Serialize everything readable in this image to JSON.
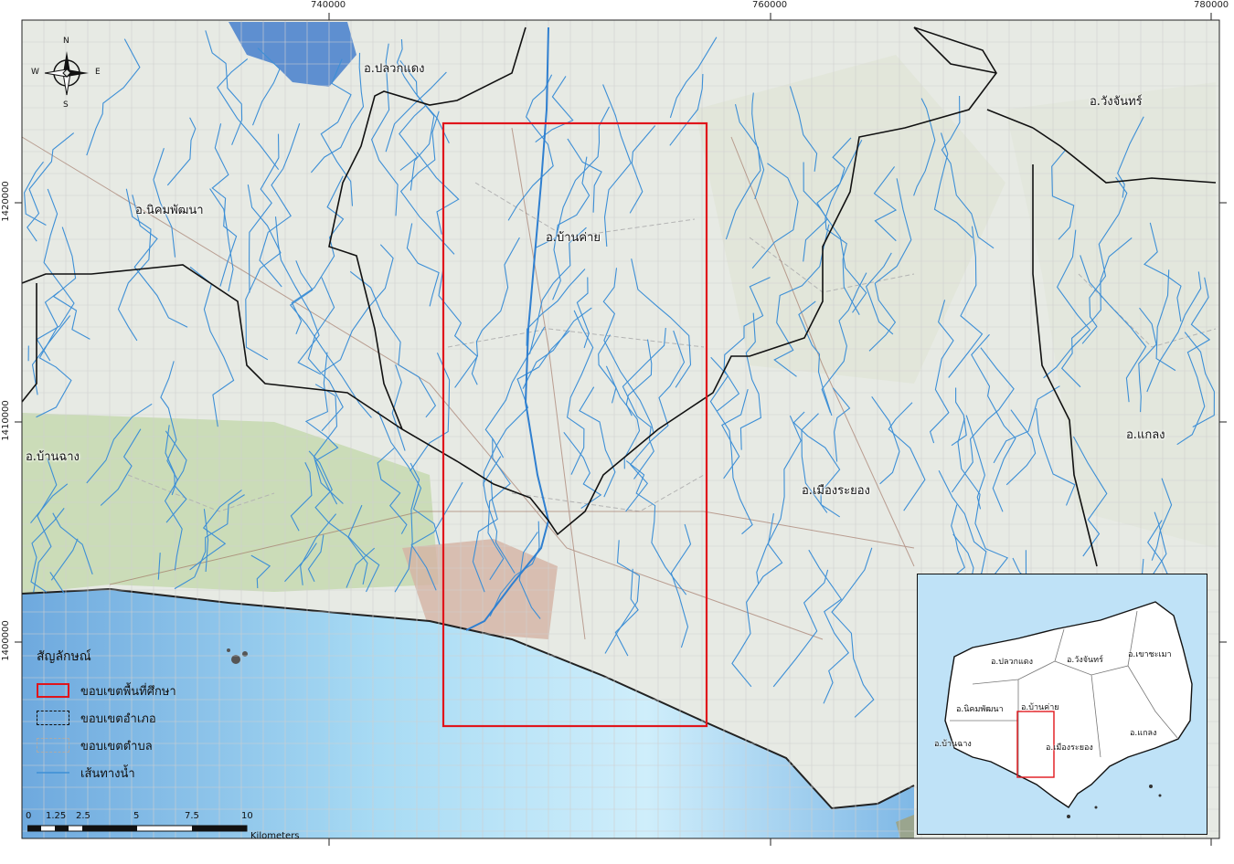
{
  "map": {
    "colors": {
      "land": "#e8ebe6",
      "land_tint": "#dfe6d8",
      "urban_green": "#c9dcb4",
      "urban_pink": "#d8b7a8",
      "sea": "#9fd4f2",
      "sea_deep": "#7fb8e6",
      "river": "#3d8fd6",
      "study_area": "#e0151b",
      "district_boundary": "#111111",
      "subdistrict_boundary": "#b9b9b9",
      "grid": "#c9c9c9"
    },
    "coords": {
      "x_top": [
        "740000",
        "760000",
        "780000"
      ],
      "y_left": [
        "1420000",
        "1410000",
        "1400000"
      ]
    },
    "districts": [
      {
        "id": "pluak-daeng",
        "label": "อ.ปลวกแดง"
      },
      {
        "id": "wang-chan",
        "label": "อ.วังจันทร์"
      },
      {
        "id": "nikhom-phatthana",
        "label": "อ.นิคมพัฒนา"
      },
      {
        "id": "ban-khai",
        "label": "อ.บ้านค่าย"
      },
      {
        "id": "ban-chang",
        "label": "อ.บ้านฉาง"
      },
      {
        "id": "klaeng",
        "label": "อ.แกลง"
      },
      {
        "id": "mueang-rayong",
        "label": "อ.เมืองระยอง"
      }
    ],
    "north_arrow": {
      "icon": "compass-rose-icon",
      "n": "N",
      "s": "S",
      "e": "E",
      "w": "W"
    },
    "legend": {
      "title": "สัญลักษณ์",
      "items": [
        {
          "label": "ขอบเขตพื้นที่ศึกษา",
          "icon": "study-area-swatch"
        },
        {
          "label": "ขอบเขตอำเภอ",
          "icon": "district-boundary-swatch"
        },
        {
          "label": "ขอบเขตตำบล",
          "icon": "subdistrict-boundary-swatch"
        },
        {
          "label": "เส้นทางน้ำ",
          "icon": "waterway-swatch"
        }
      ]
    },
    "scale_bar": {
      "ticks": [
        "0",
        "1.25",
        "2.5",
        "5",
        "7.5",
        "10"
      ],
      "unit": "Kilometers"
    },
    "inset": {
      "labels": [
        {
          "id": "pluak-daeng",
          "label": "อ.ปลวกแดง"
        },
        {
          "id": "wang-chan",
          "label": "อ.วังจันทร์"
        },
        {
          "id": "khao-chamao",
          "label": "อ.เขาชะเมา"
        },
        {
          "id": "nikhom-phatthana",
          "label": "อ.นิคมพัฒนา"
        },
        {
          "id": "ban-khai",
          "label": "อ.บ้านค่าย"
        },
        {
          "id": "klaeng",
          "label": "อ.แกลง"
        },
        {
          "id": "ban-chang",
          "label": "อ.บ้านฉาง"
        },
        {
          "id": "mueang-rayong",
          "label": "อ.เมืองระยอง"
        }
      ]
    }
  }
}
